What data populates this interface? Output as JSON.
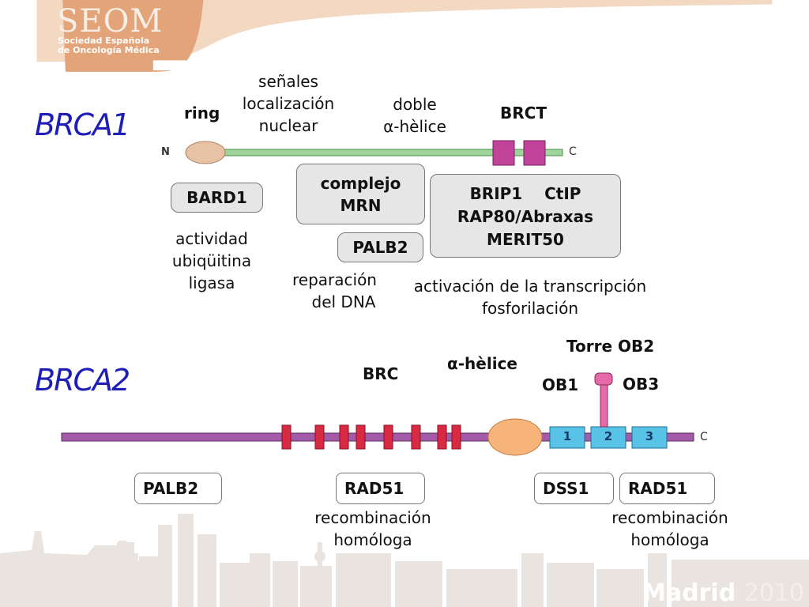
{
  "logo": {
    "title": "SEOM",
    "subtitle_1": "Sociedad Española",
    "subtitle_2": "de Oncología Médica"
  },
  "footer": {
    "city": "Madrid",
    "year": "2010"
  },
  "brca1": {
    "name": "BRCA1",
    "n_term": "N",
    "c_term": "C",
    "domain_labels": {
      "ring": "ring",
      "nls": [
        "señales",
        "localización",
        "nuclear"
      ],
      "coiled": [
        "doble",
        "α-hèlice"
      ],
      "brct": "BRCT"
    },
    "partners": {
      "bard1": "BARD1",
      "mrn": [
        "complejo",
        "MRN"
      ],
      "palb2": "PALB2",
      "brct_partners": [
        "BRIP1    CtIP",
        "RAP80/Abraxas",
        "MERIT50"
      ]
    },
    "functions": {
      "ubiquitin": [
        "actividad",
        "ubiqüitina",
        "ligasa"
      ],
      "repair": [
        "reparación",
        "del DNA"
      ],
      "transcription": [
        "activación de la transcripción",
        "fosforilación"
      ]
    }
  },
  "brca2": {
    "name": "BRCA2",
    "c_term": "C",
    "domain_labels": {
      "brc": "BRC",
      "helix": "α-hèlice",
      "tower": "Torre OB2",
      "ob1": "OB1",
      "ob3": "OB3",
      "ob_numbers": [
        "1",
        "2",
        "3"
      ]
    },
    "partners": {
      "palb2": "PALB2",
      "rad51_a": "RAD51",
      "dss1": "DSS1",
      "rad51_b": "RAD51"
    },
    "functions": {
      "recomb_a": [
        "recombinación",
        "homóloga"
      ],
      "recomb_b": [
        "recombinación",
        "homóloga"
      ]
    }
  },
  "colors": {
    "brca1_bar": "#9fd49a",
    "brca2_bar": "#a35aa8",
    "brct": "#c2449a",
    "brc": "#d82a43",
    "ring": "#e8c2a4",
    "helix": "#f6b47b",
    "ob": "#58c3e6",
    "tower": "#e46aa8",
    "gene_title": "#1f1fb8",
    "banner": "#e9b48c"
  }
}
